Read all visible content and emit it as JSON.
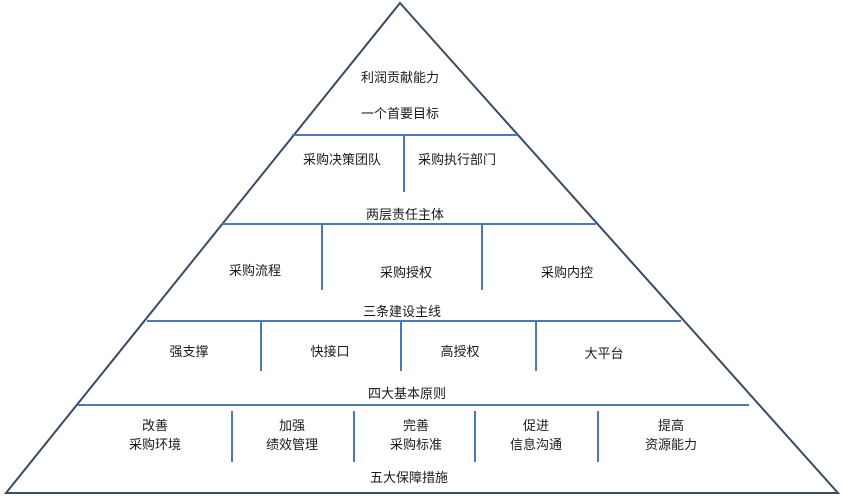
{
  "tier1": {
    "lines": [
      "利润贡献能力",
      "一个首要目标"
    ]
  },
  "tier2": {
    "cells": [
      "采购决策团队",
      "采购执行部门"
    ],
    "caption": "两层责任主体"
  },
  "tier3": {
    "cells": [
      "采购流程",
      "采购授权",
      "采购内控"
    ],
    "caption": "三条建设主线"
  },
  "tier4": {
    "cells": [
      "强支撑",
      "快接口",
      "高授权",
      "大平台"
    ],
    "caption": "四大基本原则"
  },
  "tier5": {
    "cells": [
      {
        "line1": "改善",
        "line2": "采购环境"
      },
      {
        "line1": "加强",
        "line2": "绩效管理"
      },
      {
        "line1": "完善",
        "line2": "采购标准"
      },
      {
        "line1": "促进",
        "line2": "信息沟通"
      },
      {
        "line1": "提高",
        "line2": "资源能力"
      }
    ],
    "caption": "五大保障措施"
  },
  "colors": {
    "outline": "#3b4a63",
    "separator": "#4a78b8"
  }
}
